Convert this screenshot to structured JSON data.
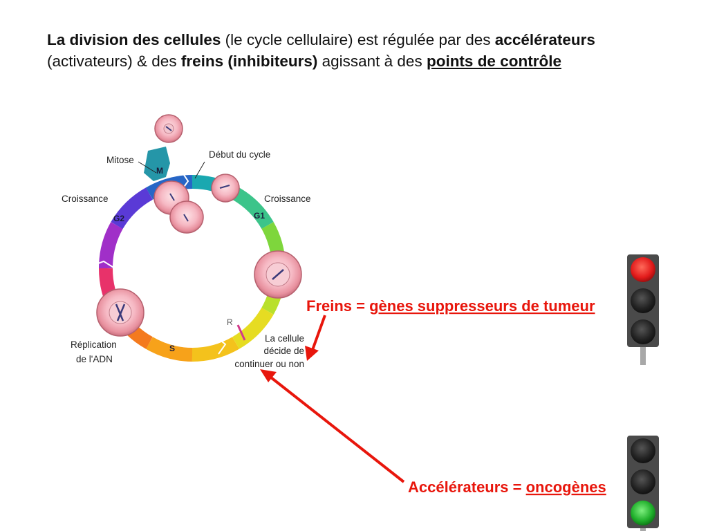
{
  "title": {
    "p1": "La division des cellules",
    "p2": " (le cycle cellulaire) est régulée par des ",
    "p3": "accélérateurs",
    "p4": "(activateurs) & des ",
    "p5": "freins (inhibiteurs)",
    "p6": " agissant à des ",
    "p7": "points de contrôle"
  },
  "cycle": {
    "mitose": "Mitose",
    "debut": "Début du cycle",
    "croissance_left": "Croissance",
    "croissance_right": "Croissance",
    "replication_1": "Réplication",
    "replication_2": "de l'ADN",
    "decide_1": "La cellule",
    "decide_2": "décide de",
    "decide_3": "continuer ou non",
    "phase_m": "M",
    "phase_g1": "G1",
    "phase_g2": "G2",
    "phase_s": "S",
    "restriction": "R"
  },
  "annotations": {
    "freins_prefix": "Freins = ",
    "freins_genes": "gènes suppresseurs de tumeur",
    "accel_prefix": "Accélérateurs = ",
    "accel_genes": "oncogènes"
  },
  "colors": {
    "arrow": "#e8160c",
    "light_red": "#e21b1b",
    "light_green": "#1fae2a",
    "light_off": "#1e1e1e",
    "housing": "#4a4a4a"
  }
}
